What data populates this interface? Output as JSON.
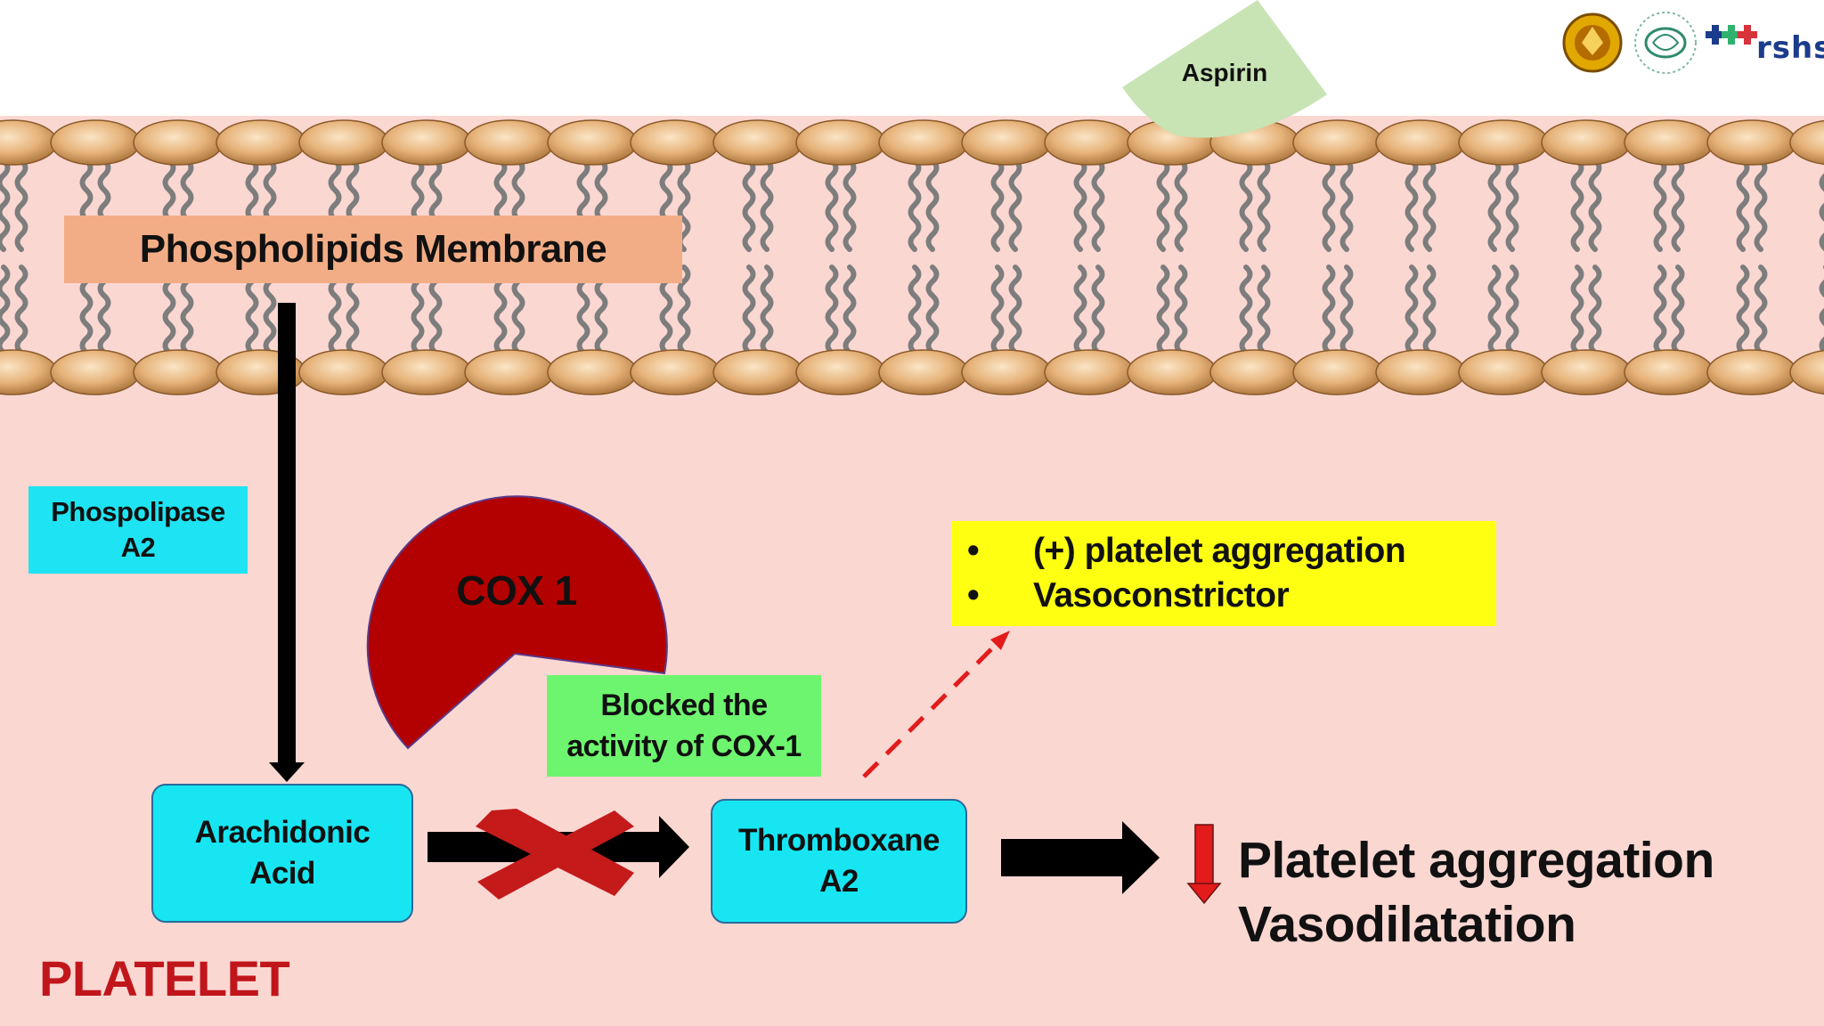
{
  "logos": {
    "rshs_text": "rshs"
  },
  "aspirin": {
    "label": "Aspirin"
  },
  "membrane": {
    "label": "Phospholipids Membrane"
  },
  "enzyme_phospholipase": {
    "line1": "Phospolipase",
    "line2": "A2"
  },
  "cox": {
    "label": "COX 1"
  },
  "blocked_note": {
    "line1": "Blocked the",
    "line2": "activity of COX-1"
  },
  "arachidonic": {
    "line1": "Arachidonic",
    "line2": "Acid"
  },
  "thromboxane": {
    "line1": "Thromboxane",
    "line2": "A2"
  },
  "effects": {
    "bullet": "•",
    "items": [
      "(+) platelet aggregation",
      "Vasoconstrictor"
    ]
  },
  "result": {
    "line1": "Platelet aggregation",
    "line2": "Vasodilatation"
  },
  "cell_label": "PLATELET",
  "colors": {
    "cytoplasm": "#fbd7d2",
    "membrane_label_bg": "#f3ad86",
    "cyan_box": "#17e6f2",
    "cox_red": "#b30000",
    "blocked_green": "#6ef56f",
    "effects_yellow": "#ffff12",
    "aspirin_green": "#c8e4b4",
    "cross_red": "#c41a1a",
    "platelet_red": "#c0161b"
  }
}
